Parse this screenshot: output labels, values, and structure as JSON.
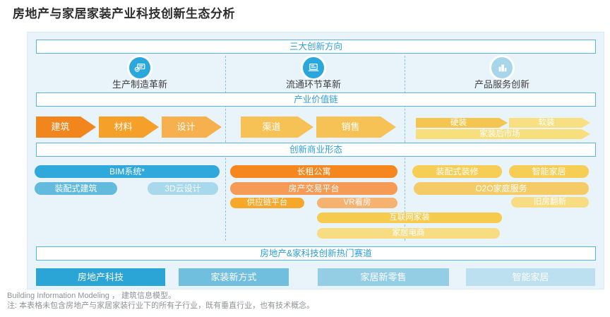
{
  "title": "房地产与家居家装产业科技创新生态分析",
  "panel": {
    "directions_header": "三大创新方向",
    "columns": [
      {
        "label": "生产制造革新",
        "icon": "manufacturing-icon"
      },
      {
        "label": "流通环节革新",
        "icon": "laptop-commerce-icon"
      },
      {
        "label": "产品服务创新",
        "icon": "buildings-icon"
      }
    ],
    "value_chain_header": "产业价值链",
    "value_chain_arrows": [
      "建筑",
      "材料",
      "设计",
      "渠道",
      "销售",
      "硬装",
      "软装",
      "家装后市场"
    ],
    "business_header": "创新商业形态",
    "business_pills": [
      "BIM系统*",
      "装配式建筑",
      "3D云设计",
      "长租公寓",
      "房产交易平台",
      "供应链平台",
      "VR看房",
      "互联网家装",
      "家居电商",
      "装配式装修",
      "智能家居",
      "O2O家庭服务",
      "旧房翻新"
    ],
    "tracks_header": "房地产&家科技创新热门赛道",
    "tracks": [
      "房地产科技",
      "家装新方式",
      "家居新零售",
      "智能家居"
    ]
  },
  "footnotes": [
    "Building Information Modeling ， 建筑信息模型。",
    "注: 本表格未包含房地产与家居家装行业下的所有子行业，既有垂直行业，也有技术概念。"
  ],
  "colors": {
    "panel_bg": "#E9F3FA",
    "header_border": "#58B3DD",
    "header_text": "#2E9FD4",
    "blue_deep": "#2FA8DB",
    "blue_mid": "#62BADD",
    "blue_light": "#A8D8EC",
    "orange_deep": "#F0861C",
    "orange_mid": "#F5A028",
    "orange_soft": "#F6B04E",
    "yellow_arrow": "#F6C155",
    "yellow_pill": "#F6CD55",
    "yellow_light": "#F8DC81",
    "track_blue_1": "#2BA4D6",
    "track_blue_2": "#71BFDF",
    "track_blue_3": "#94CEE5",
    "track_blue_4": "#BCE0EF"
  }
}
